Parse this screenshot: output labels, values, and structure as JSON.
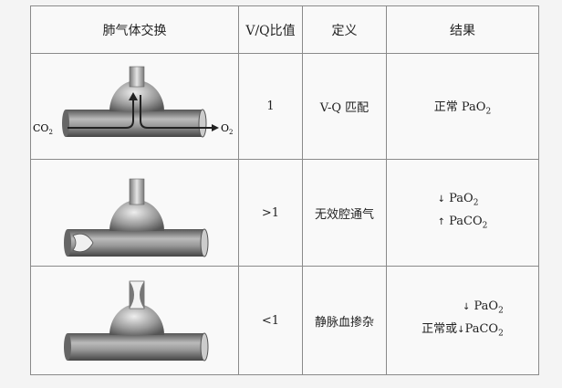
{
  "headers": {
    "exchange": "肺气体交换",
    "ratio": "V/Q比值",
    "definition": "定义",
    "result": "结果"
  },
  "rows": [
    {
      "ratio": "1",
      "definition": "V-Q 匹配",
      "result_prefix": "正常 PaO",
      "result_sub": "2",
      "label_left": "CO",
      "label_left_sub": "2",
      "label_right": "O",
      "label_right_sub": "2"
    },
    {
      "ratio": ">1",
      "definition": "无效腔通气",
      "result1_arrow": "↓",
      "result1_text": "PaO",
      "result1_sub": "2",
      "result2_arrow": "↑",
      "result2_text": "PaCO",
      "result2_sub": "2"
    },
    {
      "ratio": "<1",
      "definition": "静脉血掺杂",
      "result1_arrow": "↓",
      "result1_text": "PaO",
      "result1_sub": "2",
      "result2_prefix": "正常或",
      "result2_arrow": "↓",
      "result2_text": "PaCO",
      "result2_sub": "2"
    }
  ]
}
